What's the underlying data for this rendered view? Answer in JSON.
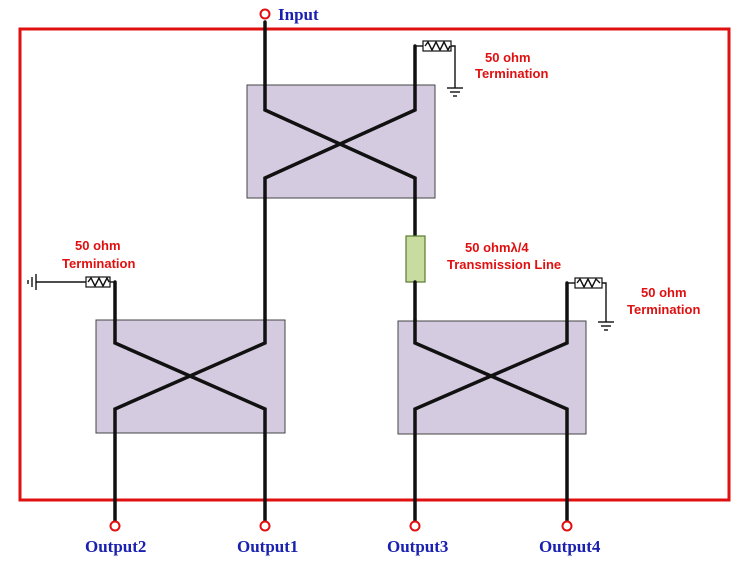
{
  "ports": {
    "input": "Input",
    "output1": "Output1",
    "output2": "Output2",
    "output3": "Output3",
    "output4": "Output4"
  },
  "annotations": {
    "term_top_line1": "50 ohm",
    "term_top_line2": "Termination",
    "term_left_line1": "50 ohm",
    "term_left_line2": "Termination",
    "term_right_line1": "50 ohm",
    "term_right_line2": "Termination",
    "tline_line1": "50 ohmλ/4",
    "tline_line2": "Transmission Line"
  },
  "colors": {
    "frame": "#e01010",
    "port_text": "#1a20b0",
    "annotation_text": "#e01010",
    "hybrid_fill": "#d5cbe0",
    "tline_fill": "#c8dca0"
  }
}
